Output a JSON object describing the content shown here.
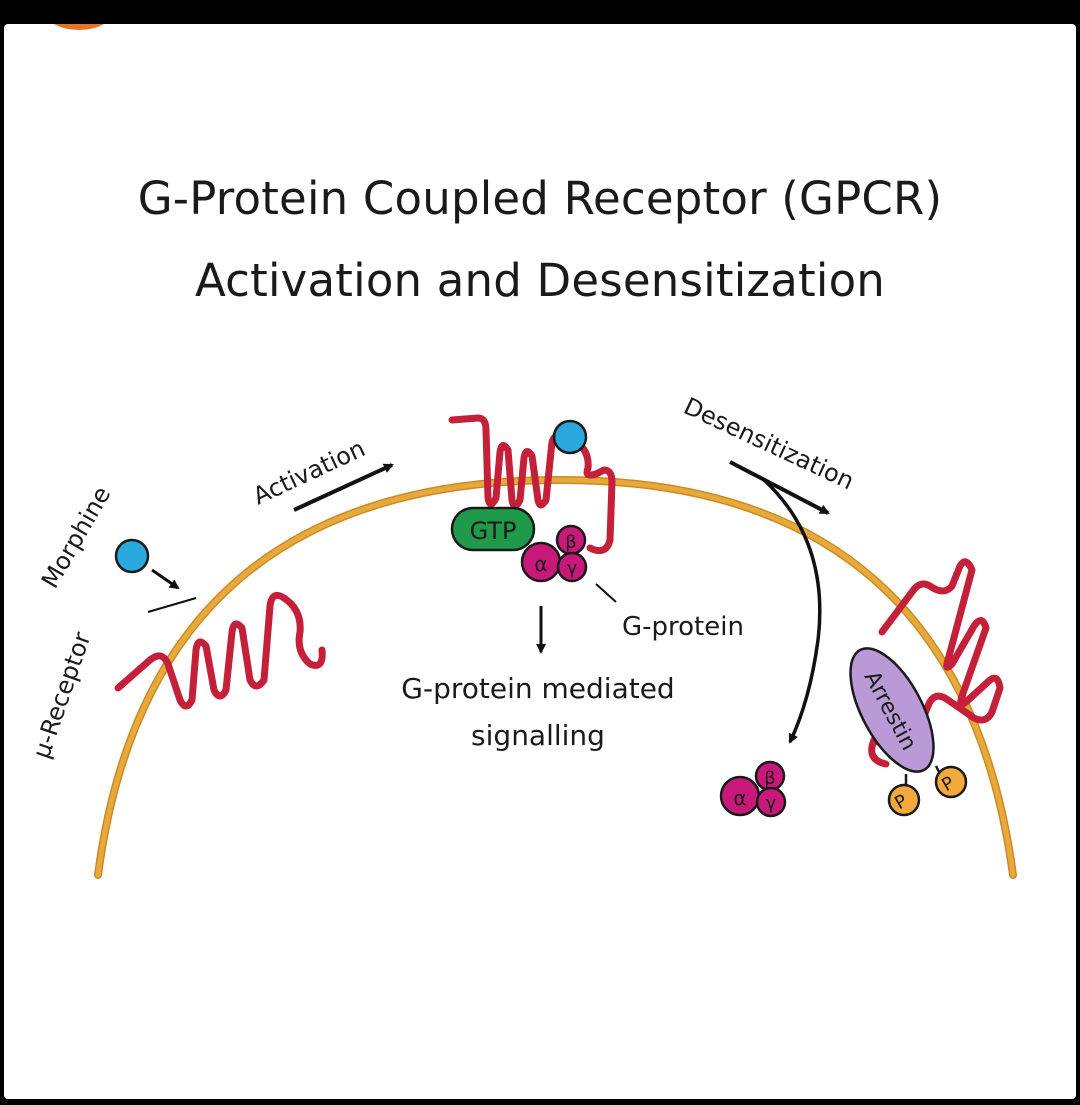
{
  "title": {
    "line1": "G-Protein Coupled Receptor (GPCR)",
    "line2": "Activation and Desensitization"
  },
  "labels": {
    "morphine": "Morphine",
    "mu_receptor": "μ-Receptor",
    "activation": "Activation",
    "desensitization": "Desensitization",
    "gtp": "GTP",
    "g_protein": "G-protein",
    "signalling_line1": "G-protein mediated",
    "signalling_line2": "signalling",
    "arrestin": "Arrestin",
    "alpha": "α",
    "beta": "β",
    "gamma": "γ",
    "phosphate": "P"
  },
  "colors": {
    "membrane": "#e8a93c",
    "receptor": "#c4203a",
    "ligand": "#29a8e0",
    "gtp": "#1f9a4a",
    "g_protein": "#c8197a",
    "arrestin": "#b99ad6",
    "phosphate": "#f0a93a",
    "text": "#1a1a1a",
    "background": "#ffffff",
    "frame": "#000000"
  }
}
